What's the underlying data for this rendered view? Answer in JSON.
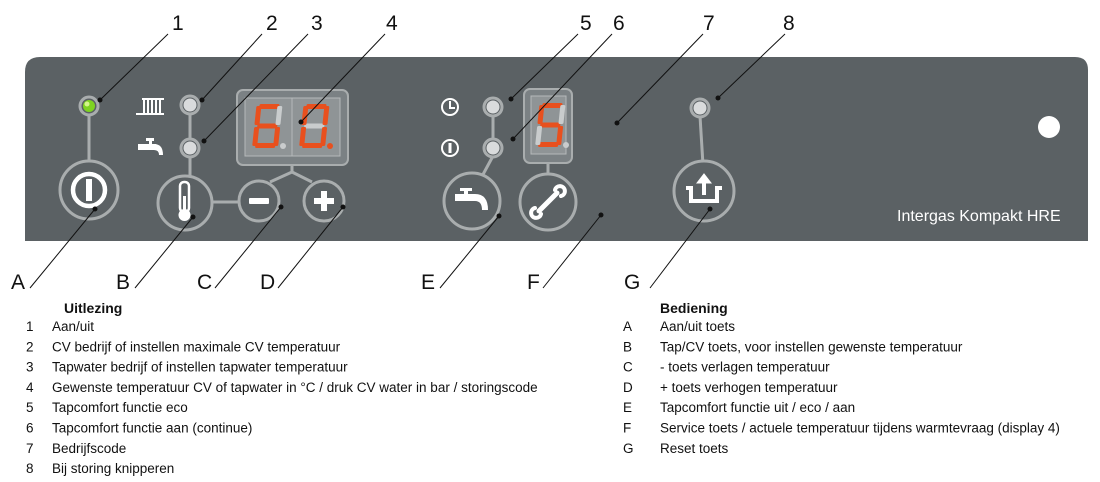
{
  "panel": {
    "brand": "Intergas  Kompakt HRE",
    "display_main": {
      "digits": [
        "6",
        "0"
      ],
      "decimal_point_lit": [
        false,
        true
      ]
    },
    "display_code": {
      "digits": [
        "5"
      ]
    },
    "colors": {
      "panel": "#5b6164",
      "ring": "#a9adae",
      "led_on": "#7ed321",
      "segment_on": "#e8501e",
      "segment_off": "#c9cccd"
    }
  },
  "callouts": {
    "numbers": [
      "1",
      "2",
      "3",
      "4",
      "5",
      "6",
      "7",
      "8"
    ],
    "letters": [
      "A",
      "B",
      "C",
      "D",
      "E",
      "F",
      "G"
    ]
  },
  "legend_left": {
    "title": "Uitlezing",
    "items": [
      {
        "key": "1",
        "text": "Aan/uit"
      },
      {
        "key": "2",
        "text": "CV bedrijf of instellen maximale CV temperatuur"
      },
      {
        "key": "3",
        "text": "Tapwater bedrijf of instellen tapwater temperatuur"
      },
      {
        "key": "4",
        "text": "Gewenste temperatuur CV of tapwater in °C / druk CV water in bar / storingscode"
      },
      {
        "key": "5",
        "text": "Tapcomfort functie eco"
      },
      {
        "key": "6",
        "text": "Tapcomfort functie aan (continue)"
      },
      {
        "key": "7",
        "text": "Bedrijfscode"
      },
      {
        "key": "8",
        "text": "Bij storing knipperen"
      }
    ]
  },
  "legend_right": {
    "title": "Bediening",
    "items": [
      {
        "key": "A",
        "text": "Aan/uit toets"
      },
      {
        "key": "B",
        "text": "Tap/CV toets, voor instellen gewenste temperatuur"
      },
      {
        "key": "C",
        "text": "-  toets verlagen temperatuur"
      },
      {
        "key": "D",
        "text": "+  toets verhogen temperatuur"
      },
      {
        "key": "E",
        "text": "Tapcomfort functie uit / eco / aan"
      },
      {
        "key": "F",
        "text": "Service toets / actuele temperatuur tijdens warmtevraag (display 4)"
      },
      {
        "key": "G",
        "text": "Reset toets"
      }
    ]
  }
}
